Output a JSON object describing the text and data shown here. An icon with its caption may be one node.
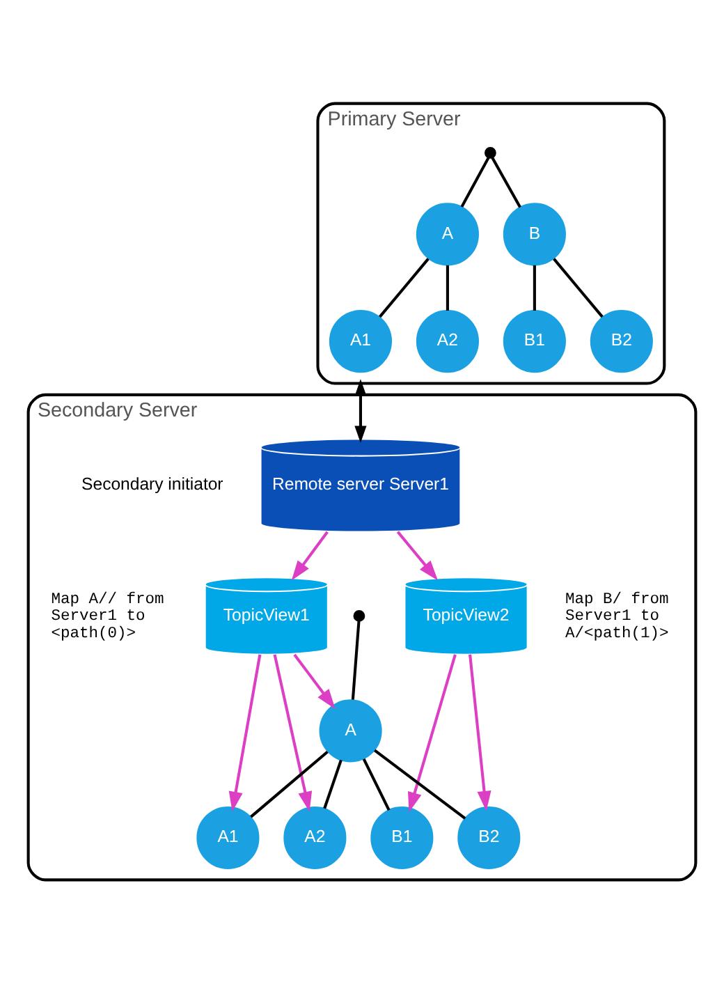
{
  "diagram": {
    "nodes": [
      {
        "text": [
          "Primary Server"
        ]
      },
      {
        "text": [],
        "shape": "circle",
        "in": 0
      },
      {
        "text": [
          "A"
        ],
        "in": 0
      },
      {
        "text": [
          "B"
        ],
        "in": 0
      },
      {
        "text": [
          "A1"
        ],
        "in": 0
      },
      {
        "text": [
          "A2"
        ],
        "in": 0
      },
      {
        "text": [
          "B1"
        ],
        "in": 0
      },
      {
        "text": [
          "B2"
        ],
        "in": 0
      },
      {
        "text": [
          "Secondary Server"
        ]
      },
      {
        "text": [
          "Remote server Server1"
        ],
        "in": 8
      },
      {
        "text": [
          "TopicView1"
        ],
        "in": 8,
        "beside": [
          "Map A// from Server1 to <path(0)>"
        ]
      },
      {
        "text": [
          "TopicView2"
        ],
        "in": 8,
        "beside": [
          "Map B/ from Server1 to A/<path(1)>"
        ]
      },
      {
        "text": [],
        "shape": "circle",
        "in": 8
      },
      {
        "text": [
          "A"
        ],
        "in": 8
      },
      {
        "text": [
          "A1"
        ],
        "in": 8
      },
      {
        "text": [
          "A2"
        ],
        "in": 8
      },
      {
        "text": [
          "B1"
        ],
        "in": 8
      },
      {
        "text": [
          "B2"
        ],
        "in": 8
      }
    ],
    "edges": [
      {
        "from": 1,
        "to": 2,
        "arrow": "none"
      },
      {
        "from": 1,
        "to": 3,
        "arrow": "none"
      },
      {
        "from": 2,
        "to": 4,
        "arrow": "none"
      },
      {
        "from": 2,
        "to": 5,
        "arrow": "none"
      },
      {
        "from": 3,
        "to": 6,
        "arrow": "none"
      },
      {
        "from": 3,
        "to": 7,
        "arrow": "none"
      },
      {
        "from": 0,
        "to": 9,
        "arrow": "both"
      },
      {
        "from": 9,
        "to": 10,
        "arrow": "to",
        "color": "#dd3fc4"
      },
      {
        "from": 9,
        "to": 11,
        "arrow": "to",
        "color": "#dd3fc4"
      },
      {
        "from": 12,
        "to": 13,
        "arrow": "none"
      },
      {
        "from": 13,
        "to": 14,
        "arrow": "none"
      },
      {
        "from": 13,
        "to": 15,
        "arrow": "none"
      },
      {
        "from": 13,
        "to": 16,
        "arrow": "none"
      },
      {
        "from": 13,
        "to": 17,
        "arrow": "none"
      },
      {
        "from": 10,
        "to": 13,
        "arrow": "to",
        "color": "#dd3fc4"
      },
      {
        "from": 10,
        "to": 14,
        "arrow": "to",
        "color": "#dd3fc4"
      },
      {
        "from": 10,
        "to": 15,
        "arrow": "to",
        "color": "#dd3fc4"
      },
      {
        "from": 11,
        "to": 16,
        "arrow": "to",
        "color": "#dd3fc4"
      },
      {
        "from": 11,
        "to": 17,
        "arrow": "to",
        "color": "#dd3fc4"
      }
    ],
    "labels": [
      "Secondary initiator"
    ]
  }
}
